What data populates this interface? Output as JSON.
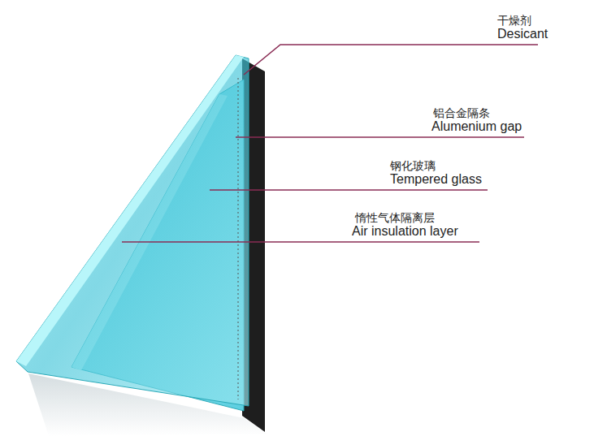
{
  "diagram": {
    "labels": [
      "干燥剂",
      "Desicant",
      "铝合金隔条",
      "Alumenium gap",
      "钢化玻璃",
      "Tempered glass",
      "惰性气体隔离层",
      "Air insulation layer"
    ]
  }
}
